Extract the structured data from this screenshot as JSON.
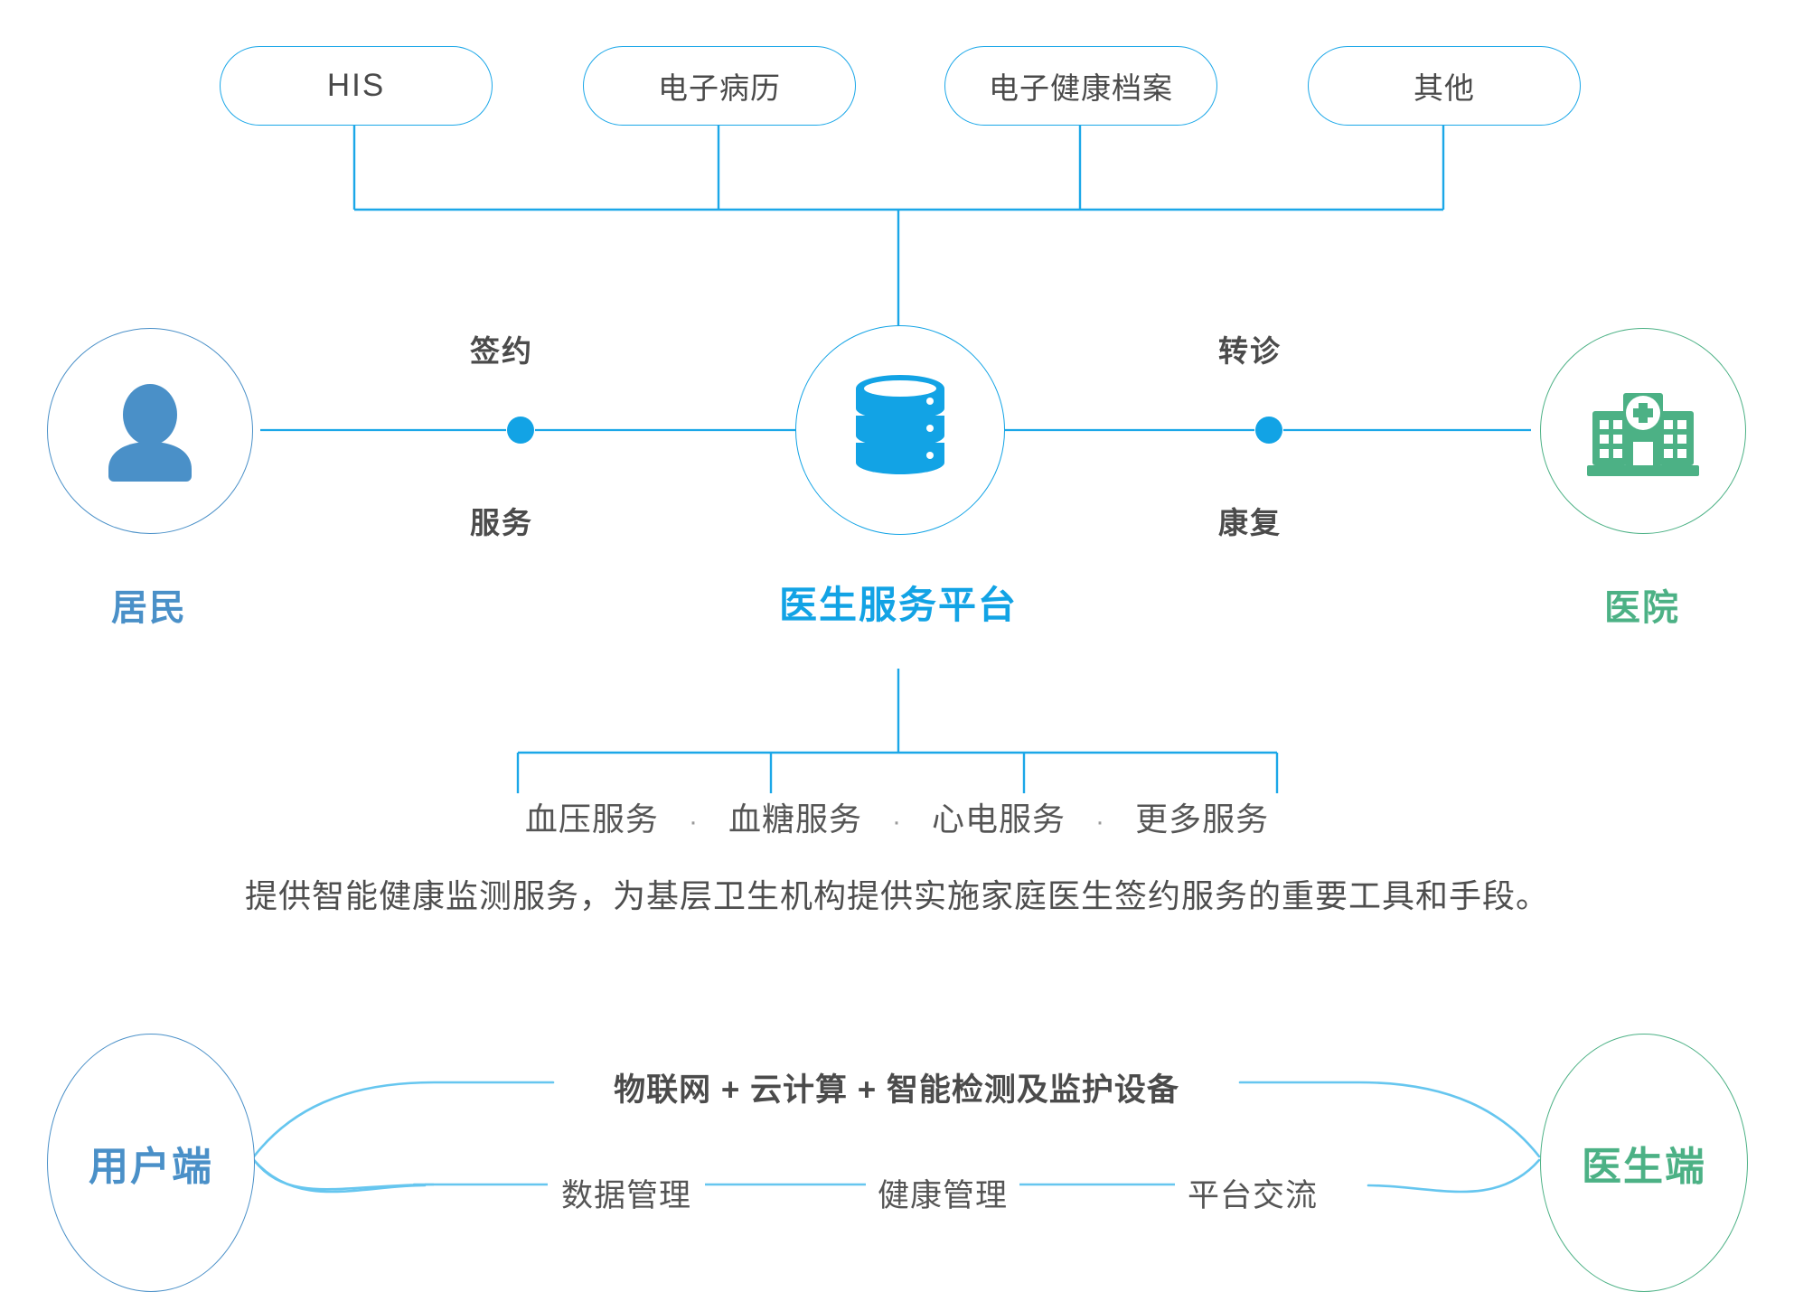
{
  "colors": {
    "line_blue": "#1ba7e8",
    "line_blue_soft": "#66c6ef",
    "node_blue": "#4a90c8",
    "bright_blue": "#12a3e5",
    "green": "#4cb185",
    "text_dark": "#4b4b4b",
    "text_gray": "#555555",
    "background": "#ffffff"
  },
  "sources": {
    "items": [
      {
        "label": "HIS",
        "icon": "rounded-pill"
      },
      {
        "label": "电子病历",
        "icon": "rounded-pill"
      },
      {
        "label": "电子健康档案",
        "icon": "rounded-pill"
      },
      {
        "label": "其他",
        "icon": "rounded-pill"
      }
    ]
  },
  "nodes": {
    "left": {
      "label": "居民",
      "icon": "person-icon"
    },
    "center": {
      "label": "医生服务平台",
      "icon": "database-icon"
    },
    "right": {
      "label": "医院",
      "icon": "hospital-icon"
    }
  },
  "relations": {
    "left_top": "签约",
    "left_bottom": "服务",
    "right_top": "转诊",
    "right_bottom": "康复"
  },
  "services": {
    "separator": "·",
    "items": [
      "血压服务",
      "血糖服务",
      "心电服务",
      "更多服务"
    ]
  },
  "description": "提供智能健康监测服务，为基层卫生机构提供实施家庭医生签约服务的重要工具和手段。",
  "bottom": {
    "left_node": {
      "label": "用户端"
    },
    "right_node": {
      "label": "医生端"
    },
    "top_rail": "物联网 + 云计算 + 智能检测及监护设备",
    "bottom_rail_items": [
      "数据管理",
      "健康管理",
      "平台交流"
    ]
  }
}
